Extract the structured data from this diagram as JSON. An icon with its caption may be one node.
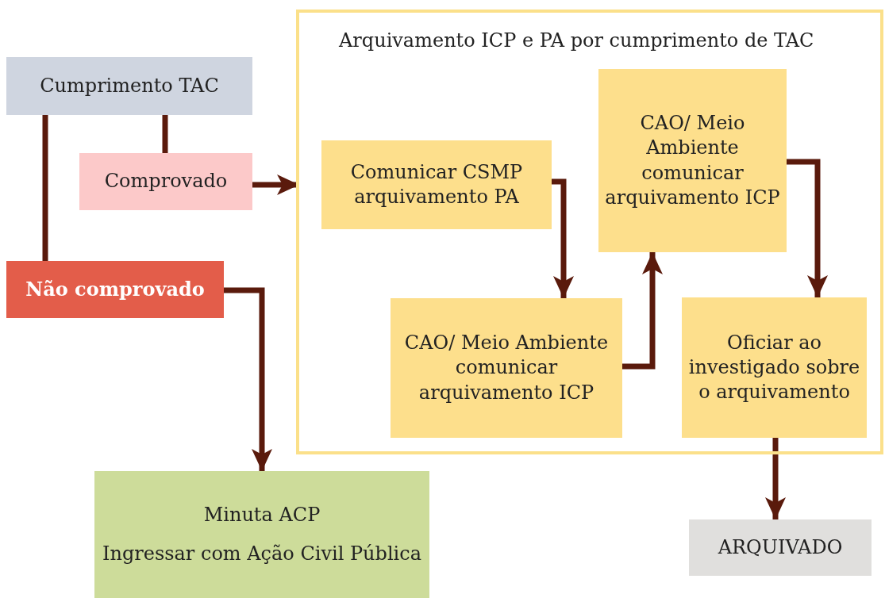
{
  "diagram": {
    "nodes": [
      {
        "text": [
          "Cumprimento TAC"
        ]
      },
      {
        "text": [
          "Comprovado"
        ]
      },
      {
        "text": [
          "Não comprovado"
        ]
      },
      {
        "text": [
          "Arquivamento ICP e PA por cumprimento de TAC"
        ]
      },
      {
        "text": [
          "Comunicar CSMP arquivamento PA"
        ],
        "in": 3
      },
      {
        "text": [
          "CAO/ Meio Ambiente comunicar arquivamento ICP"
        ],
        "in": 3
      },
      {
        "text": [
          "CAO/ Meio Ambiente comunicar arquivamento ICP"
        ],
        "in": 3
      },
      {
        "text": [
          "Oficiar ao investigado sobre o arquivamento"
        ],
        "in": 3
      },
      {
        "text": [
          "Minuta ACP",
          "Ingressar com Ação Civil Pública"
        ]
      },
      {
        "text": [
          "ARQUIVADO"
        ]
      }
    ],
    "edges": [
      {
        "from": 0,
        "to": 1,
        "arrow": "none"
      },
      {
        "from": 0,
        "to": 2,
        "arrow": "none"
      },
      {
        "from": 1,
        "to": 3,
        "arrow": "to"
      },
      {
        "from": 2,
        "to": 8,
        "arrow": "to"
      },
      {
        "from": 4,
        "to": 5,
        "arrow": "to"
      },
      {
        "from": 5,
        "to": 6,
        "arrow": "to"
      },
      {
        "from": 6,
        "to": 7,
        "arrow": "to"
      },
      {
        "from": 7,
        "to": 9,
        "arrow": "to"
      }
    ]
  }
}
